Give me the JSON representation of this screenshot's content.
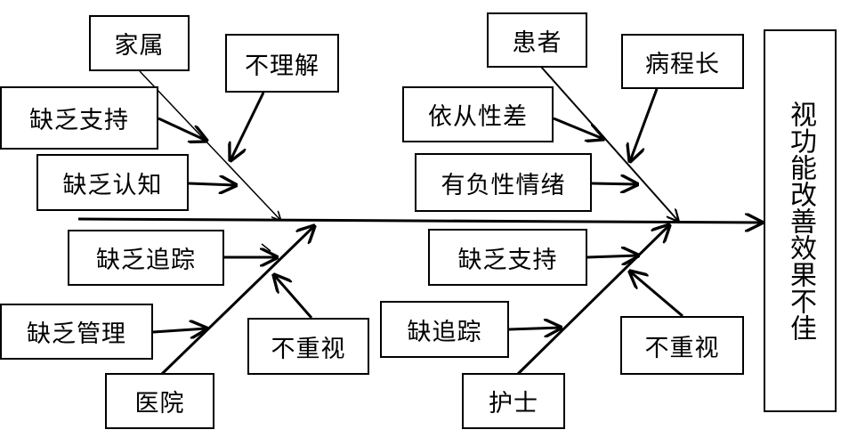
{
  "effect": "视功能改善效果不佳",
  "categories": {
    "family": "家属",
    "patient": "患者",
    "hospital": "医院",
    "nurse": "护士"
  },
  "causes": {
    "family_not_understand": "不理解",
    "family_lack_support": "缺乏支持",
    "family_lack_awareness": "缺乏认知",
    "patient_long_course": "病程长",
    "patient_poor_compliance": "依从性差",
    "patient_negative_emotion": "有负性情绪",
    "hospital_lack_followup": "缺乏追踪",
    "hospital_lack_management": "缺乏管理",
    "hospital_not_value": "不重视",
    "nurse_lack_support": "缺乏支持",
    "nurse_lack_followup": "缺追踪",
    "nurse_not_value": "不重视"
  }
}
